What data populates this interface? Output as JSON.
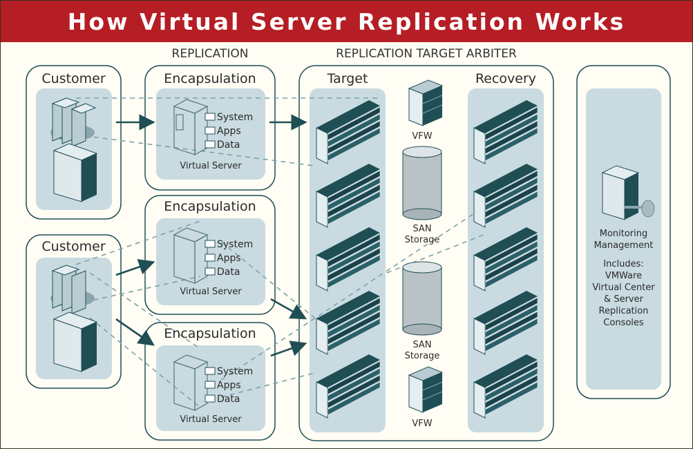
{
  "title": "How Virtual Server Replication Works",
  "sections": {
    "replication": "REPLICATION",
    "arbiter": "REPLICATION TARGET ARBITER"
  },
  "customer_label": "Customer",
  "encapsulation_label": "Encapsulation",
  "virtual_server_label": "Virtual Server",
  "files": [
    "System",
    "Apps",
    "Data"
  ],
  "columns": {
    "target": "Target",
    "recovery": "Recovery"
  },
  "vfw_label": "VFW",
  "san_label": "SAN",
  "storage_label": "Storage",
  "monitoring": {
    "line1": "Monitoring\nManagement",
    "includes": "Includes:\nVMWare\nVirtual Center\n& Server\nReplication\nConsoles"
  },
  "colors": {
    "banner": "#b51e24",
    "panel": "#c9dbe1",
    "server": "#1f4e55",
    "arrow": "#1f4e55"
  }
}
